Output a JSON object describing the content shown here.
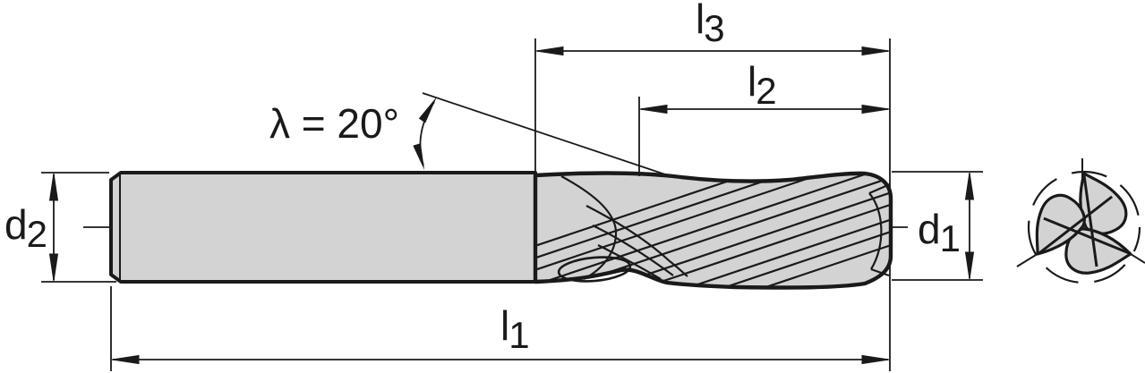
{
  "labels": {
    "d2": {
      "base": "d",
      "sub": "2"
    },
    "d1": {
      "base": "d",
      "sub": "1"
    },
    "l1": {
      "base": "l",
      "sub": "1"
    },
    "l2": {
      "base": "l",
      "sub": "2"
    },
    "l3": {
      "base": "l",
      "sub": "3"
    },
    "helix_angle": "λ = 20°"
  },
  "colors": {
    "line": "#1a1a1a",
    "body_fill": "#d3d3d3",
    "background": "#ffffff"
  }
}
